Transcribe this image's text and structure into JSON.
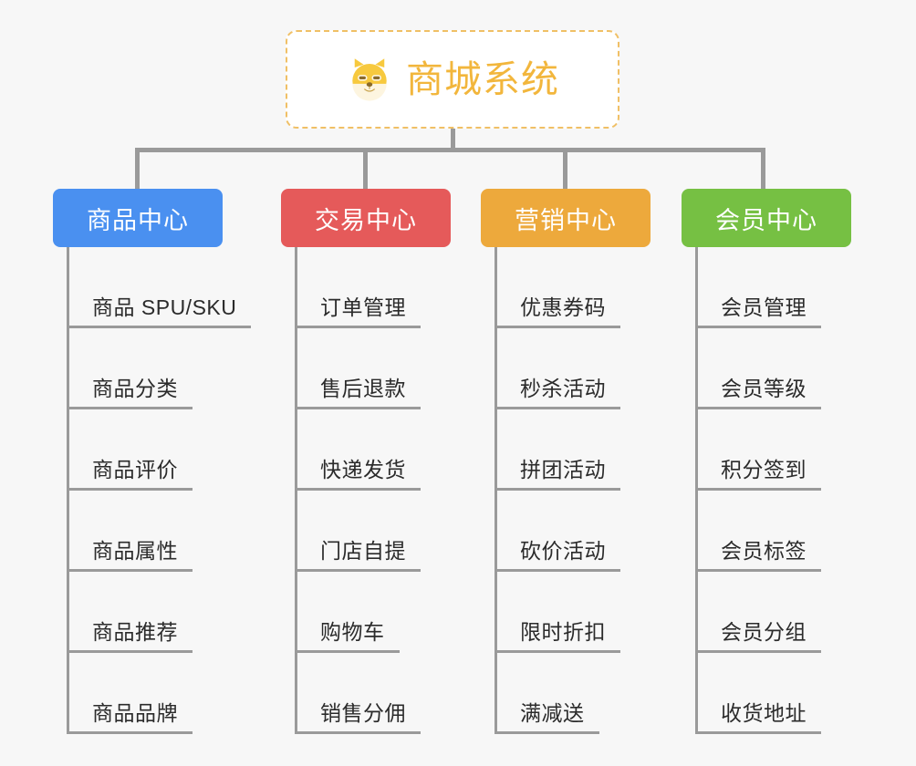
{
  "root": {
    "title": "商城系统",
    "icon": "shiba-dog-face-icon",
    "border_color": "#f0c066",
    "text_color": "#f2b63c",
    "background": "#ffffff"
  },
  "canvas": {
    "background": "#f7f7f7",
    "connector_color": "#9a9a9a"
  },
  "columns": [
    {
      "title": "商品中心",
      "color": "#4a90f0",
      "items": [
        "商品 SPU/SKU",
        "商品分类",
        "商品评价",
        "商品属性",
        "商品推荐",
        "商品品牌"
      ]
    },
    {
      "title": "交易中心",
      "color": "#e55a5a",
      "items": [
        "订单管理",
        "售后退款",
        "快递发货",
        "门店自提",
        "购物车",
        "销售分佣"
      ]
    },
    {
      "title": "营销中心",
      "color": "#eda93c",
      "items": [
        "优惠券码",
        "秒杀活动",
        "拼团活动",
        "砍价活动",
        "限时折扣",
        "满减送"
      ]
    },
    {
      "title": "会员中心",
      "color": "#76c043",
      "items": [
        "会员管理",
        "会员等级",
        "积分签到",
        "会员标签",
        "会员分组",
        "收货地址"
      ]
    }
  ]
}
